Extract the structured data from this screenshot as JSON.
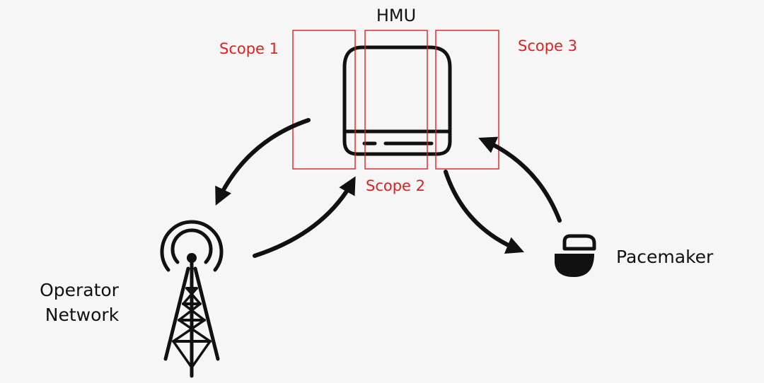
{
  "hmu": {
    "label": "HMU"
  },
  "scopes": [
    {
      "label": "Scope 1"
    },
    {
      "label": "Scope 2"
    },
    {
      "label": "Scope 3"
    }
  ],
  "nodes": {
    "operator_network": {
      "line1": "Operator",
      "line2": "Network"
    },
    "pacemaker": {
      "label": "Pacemaker"
    }
  },
  "icons": {
    "hmu": "hmu-device-icon",
    "tower": "antenna-tower-icon",
    "pacemaker": "pacemaker-icon"
  },
  "colors": {
    "background": "#f6f6f6",
    "ink": "#111111",
    "scope": "#e02020"
  }
}
